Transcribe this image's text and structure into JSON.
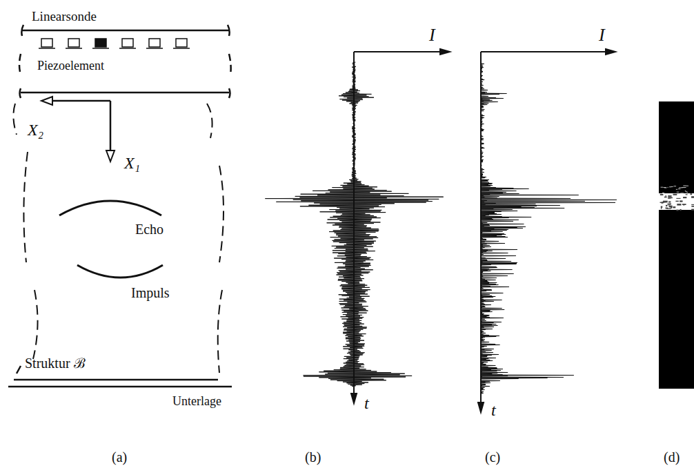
{
  "diagram": {
    "labels": [
      "Linearsonde",
      "Piezoelement",
      "X₂",
      "X₁",
      "Echo",
      "Impuls",
      "Struktur ℬ",
      "Unterlage",
      "I",
      "t",
      "I",
      "t",
      "(a)",
      "(b)",
      "(c)",
      "(d)"
    ]
  }
}
